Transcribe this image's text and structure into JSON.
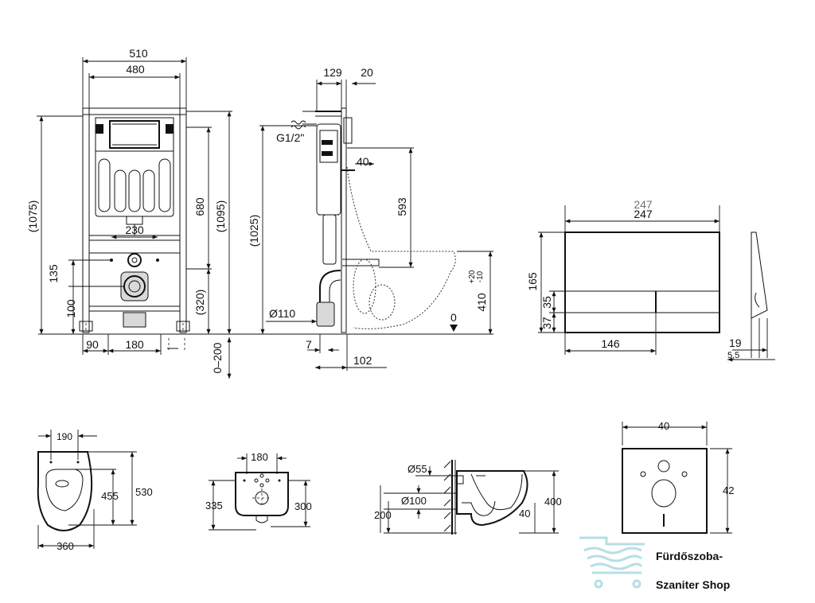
{
  "frame_front": {
    "width_outer": "510",
    "width_inner": "480",
    "height_total": "(1075)",
    "height_cistern": "680",
    "height_frame": "(1095)",
    "pipe_spacing": "230",
    "height_135": "135",
    "height_100": "100",
    "height_320": "(320)",
    "foot_90": "90",
    "foot_180": "180",
    "adjust": "0–200"
  },
  "frame_side": {
    "depth_129": "129",
    "depth_20": "20",
    "thread": "G1/2\"",
    "offset_40": "40",
    "height_593": "593",
    "height_1025": "(1025)",
    "pipe_diameter": "Ø110",
    "floor_zero": "0",
    "seat_height": "410",
    "seat_tol_plus": "+20",
    "seat_tol_minus": "-10",
    "offset_7": "7",
    "offset_102": "102"
  },
  "flush_plate": {
    "width_outer": "247",
    "width_strike": "247",
    "height": "165",
    "button_height": "35",
    "bottom": "37",
    "button_width": "146",
    "depth": "19",
    "depth_small": "5,5"
  },
  "pan_top": {
    "width_top": "190",
    "length_455": "455",
    "length_530": "530",
    "width_360": "360"
  },
  "pan_back": {
    "width_180": "180",
    "height_335": "335",
    "height_300": "300"
  },
  "pan_side": {
    "inlet": "Ø55",
    "outlet": "Ø100",
    "height_200": "200",
    "height_400": "400",
    "offset_40": "40"
  },
  "template": {
    "width": "40",
    "height": "42"
  },
  "watermark": {
    "line1": "Fürdőszoba-",
    "line2": "Szaniter Shop",
    "icon": "bathtub-icon",
    "color": "#9fd3df"
  }
}
